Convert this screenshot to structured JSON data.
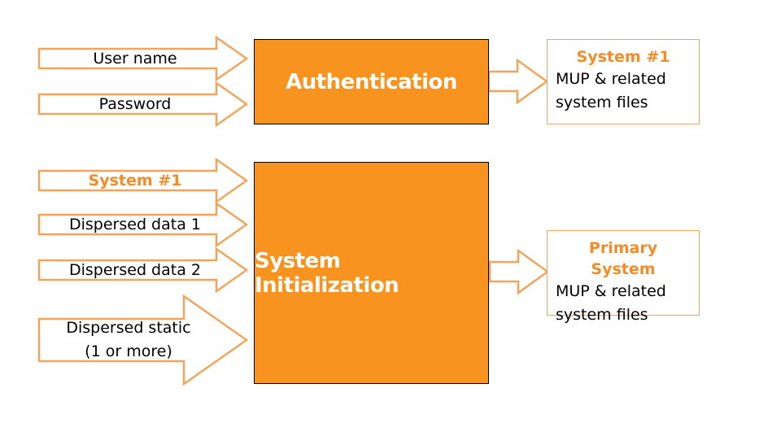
{
  "colors": {
    "accent": "#f7931e",
    "arrow_stroke": "#f2a45c",
    "box_border": "#000000"
  },
  "authentication": {
    "title": "Authentication",
    "inputs": [
      "User name",
      "Password"
    ],
    "output": {
      "title": "System #1",
      "lines": [
        "MUP & related",
        "system files"
      ]
    }
  },
  "initialization": {
    "title": "System Initialization",
    "inputs": [
      "System #1",
      "Dispersed data 1",
      "Dispersed data 2",
      "Dispersed static",
      "(1 or more)"
    ],
    "output": {
      "title": "Primary System",
      "lines": [
        "MUP & related",
        "system files"
      ]
    }
  }
}
